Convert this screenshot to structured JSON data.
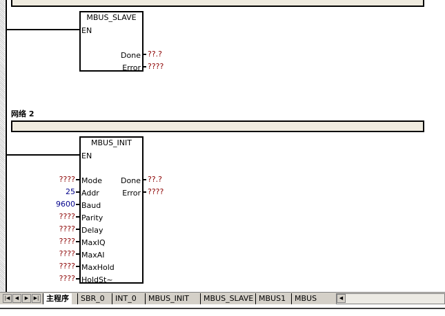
{
  "network1": {
    "block": {
      "title": "MBUS_SLAVE",
      "en": "EN",
      "outputs": [
        {
          "label": "Done",
          "value": "??.?"
        },
        {
          "label": "Error",
          "value": "????"
        }
      ]
    }
  },
  "network2": {
    "label": "网络 2",
    "block": {
      "title": "MBUS_INIT",
      "en": "EN",
      "inputs": [
        {
          "label": "Mode",
          "value": "????"
        },
        {
          "label": "Addr",
          "value": "25"
        },
        {
          "label": "Baud",
          "value": "9600"
        },
        {
          "label": "Parity",
          "value": "????"
        },
        {
          "label": "Delay",
          "value": "????"
        },
        {
          "label": "MaxIQ",
          "value": "????"
        },
        {
          "label": "MaxAI",
          "value": "????"
        },
        {
          "label": "MaxHold",
          "value": "????"
        },
        {
          "label": "HoldSt~",
          "value": "????"
        }
      ],
      "outputs": [
        {
          "label": "Done",
          "value": "??.?"
        },
        {
          "label": "Error",
          "value": "????"
        }
      ]
    }
  },
  "tabs": [
    "主程序",
    "SBR_0",
    "INT_0",
    "MBUS_INIT",
    "MBUS_SLAVE",
    "MBUS1",
    "MBUS"
  ],
  "nav": [
    "◀",
    "▶",
    "▶|"
  ]
}
